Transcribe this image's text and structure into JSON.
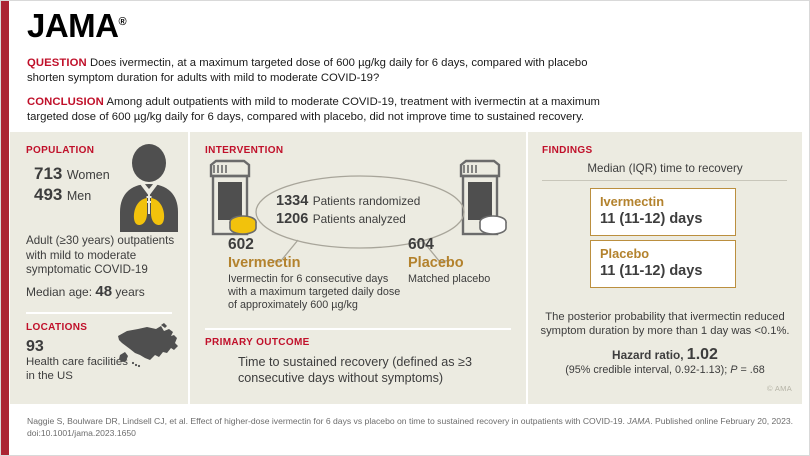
{
  "brand": {
    "logo": "JAMA",
    "logo_mark": "®",
    "accent_red": "#c0102a",
    "spine_red": "#ab2433",
    "panel_bg": "#ecebe1",
    "gold": "#b3822d",
    "box_border": "#bb8f3f",
    "text_gray": "#3d3d3d"
  },
  "header": {
    "question_label": "QUESTION",
    "question_text": "Does ivermectin, at a maximum targeted dose of 600 µg/kg daily for 6 days, compared with placebo shorten symptom duration for adults with mild to moderate COVID-19?",
    "conclusion_label": "CONCLUSION",
    "conclusion_text": "Among adult outpatients with mild to moderate COVID-19, treatment with ivermectin at a maximum targeted dose of 600 µg/kg daily for 6 days, compared with placebo, did not improve time to sustained recovery."
  },
  "population": {
    "title": "POPULATION",
    "counts": [
      {
        "num": "713",
        "unit": "Women"
      },
      {
        "num": "493",
        "unit": "Men"
      }
    ],
    "description": "Adult (≥30 years) outpatients with mild to moderate symptomatic COVID-19",
    "median_age_label": "Median age:",
    "median_age_value": "48",
    "median_age_unit": "years"
  },
  "locations": {
    "title": "LOCATIONS",
    "count": "93",
    "description": "Health care facilities in the US"
  },
  "intervention": {
    "title": "INTERVENTION",
    "randomized_num": "1334",
    "randomized_label": "Patients randomized",
    "analyzed_num": "1206",
    "analyzed_label": "Patients analyzed",
    "arms": [
      {
        "n": "602",
        "name": "Ivermectin",
        "desc": "Ivermectin for 6 consecutive days with a maximum targeted daily dose of approximately 600 µg/kg"
      },
      {
        "n": "604",
        "name": "Placebo",
        "desc": "Matched placebo"
      }
    ]
  },
  "primary_outcome": {
    "title": "PRIMARY OUTCOME",
    "text": "Time to sustained recovery (defined as ≥3 consecutive days without symptoms)"
  },
  "findings": {
    "title": "FINDINGS",
    "subtitle": "Median (IQR) time to recovery",
    "results": [
      {
        "name": "Ivermectin",
        "value": "11 (11-12) days"
      },
      {
        "name": "Placebo",
        "value": "11 (11-12) days"
      }
    ],
    "posterior": "The posterior probability that ivermectin reduced symptom duration by more than 1 day was <0.1%.",
    "hazard_label": "Hazard ratio,",
    "hazard_value": "1.02",
    "ci_pre": "(95% credible interval, 0.92-1.13); ",
    "ci_p_italic": "P",
    "ci_post": " = .68",
    "copyright": "© AMA"
  },
  "footer": {
    "citation_pre": "Naggie S, Boulware DR, Lindsell CJ, et al. Effect of higher-dose ivermectin for 6 days vs placebo on time to sustained recovery in outpatients with COVID-19. ",
    "journal": "JAMA",
    "citation_post": ". Published online February 20, 2023. doi:10.1001/jama.2023.1650"
  }
}
